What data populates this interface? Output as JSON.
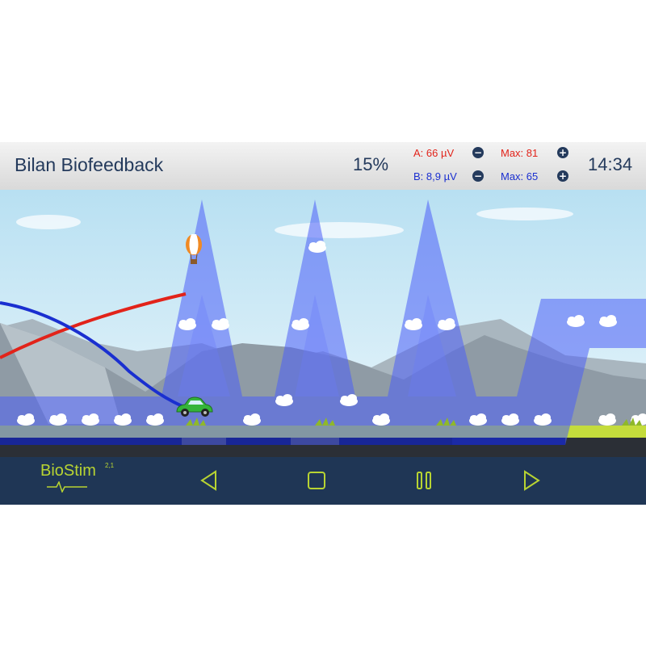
{
  "header": {
    "title": "Bilan Biofeedback",
    "percent": "15%",
    "clock": "14:34",
    "channel_a": {
      "value": "A: 66 µV",
      "max": "Max: 81",
      "color": "#e2231a"
    },
    "channel_b": {
      "value": "B: 8,9 µV",
      "max": "Max: 65",
      "color": "#1a2fd0"
    },
    "minus_symbol": "−",
    "plus_symbol": "+"
  },
  "logo": {
    "text": "BioStim",
    "version": "2,1"
  },
  "nav": {
    "icons": [
      "back-triangle-icon",
      "home-square-icon",
      "pause-icon",
      "play-triangle-icon"
    ],
    "accent_color": "#b8d432",
    "background": "#1f3655"
  },
  "scene": {
    "target_band_color": "#4c5ef7",
    "sky_color": "#cfe9f5",
    "ground_color": "#c4dc3c"
  }
}
